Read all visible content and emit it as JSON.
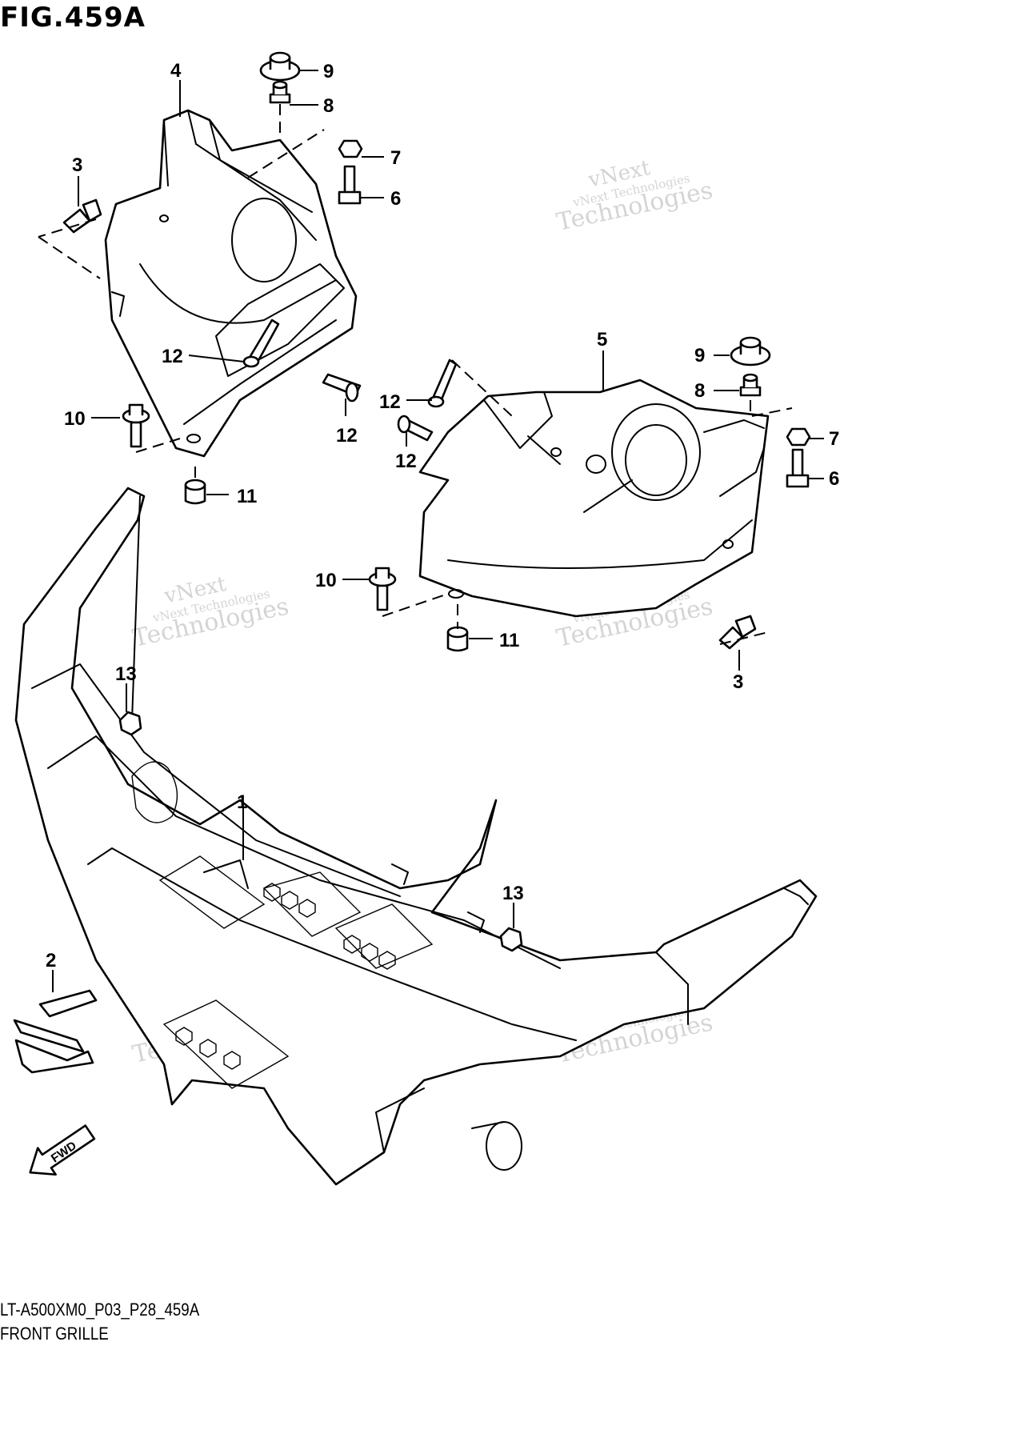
{
  "figure": {
    "title": "FIG.459A",
    "diagram_code": "LT-A500XM0_P03_P28_459A",
    "diagram_name": "FRONT GRILLE"
  },
  "watermark": {
    "line1": "vNext Technologies",
    "line2": "vNext",
    "line3": "Technologies"
  },
  "fwd_label": "FWD",
  "callouts": {
    "c1": "1",
    "c2": "2",
    "c3a": "3",
    "c3b": "3",
    "c4": "4",
    "c5": "5",
    "c6a": "6",
    "c6b": "6",
    "c7a": "7",
    "c7b": "7",
    "c8a": "8",
    "c8b": "8",
    "c9a": "9",
    "c9b": "9",
    "c10a": "10",
    "c10b": "10",
    "c11a": "11",
    "c11b": "11",
    "c12a": "12",
    "c12b": "12",
    "c12c": "12",
    "c12d": "12",
    "c13a": "13",
    "c13b": "13"
  }
}
